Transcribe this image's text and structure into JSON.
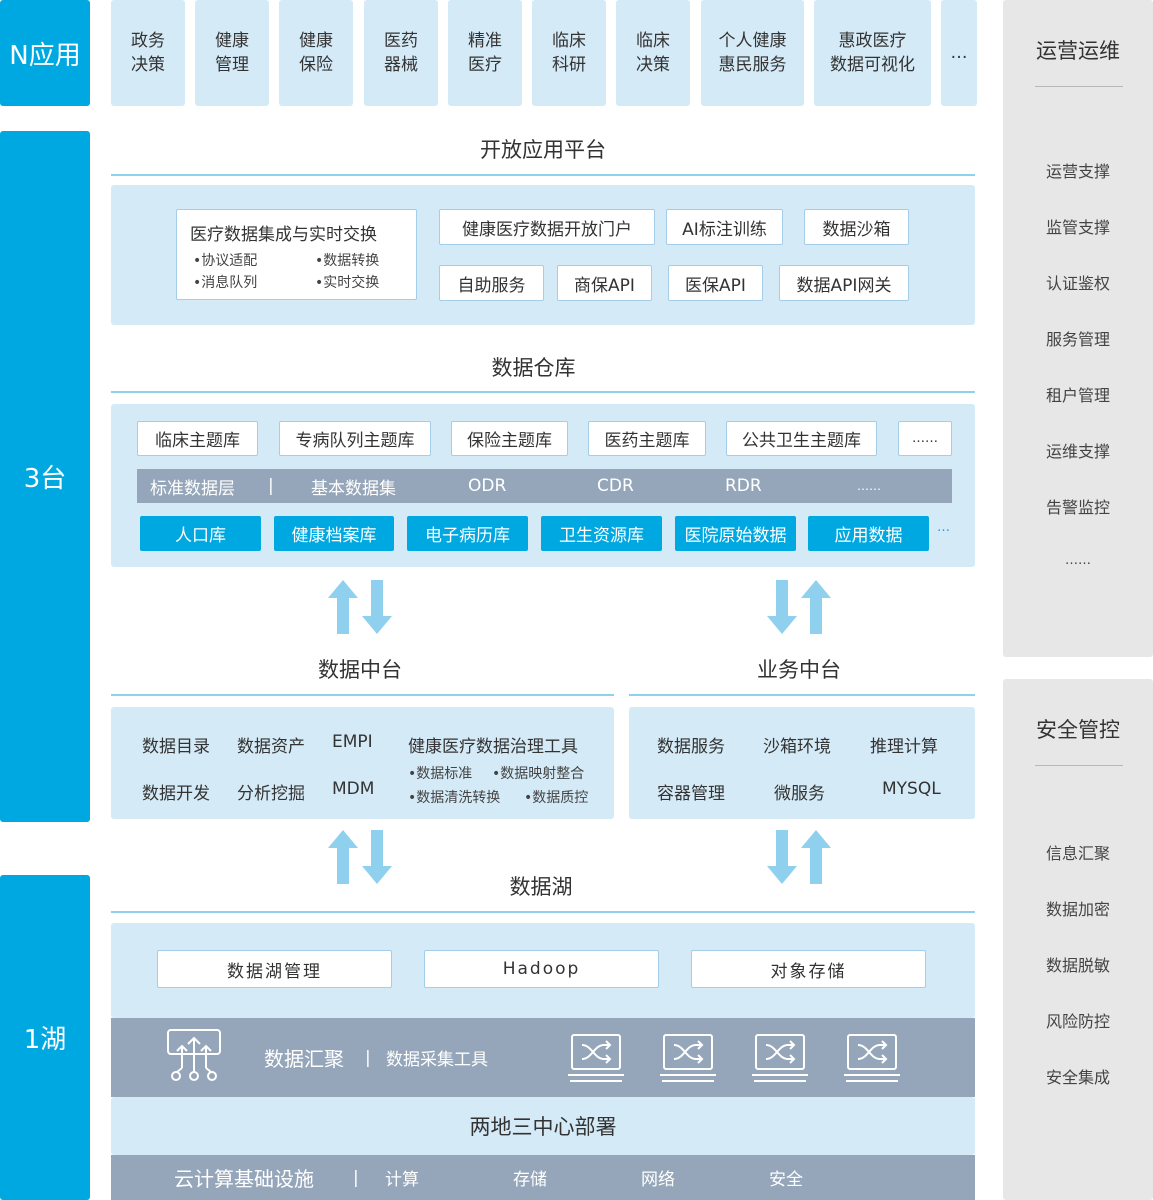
{
  "left_labels": {
    "apps": "N应用",
    "platforms": "3台",
    "lake": "1湖"
  },
  "apps": [
    "政务\n决策",
    "健康\n管理",
    "健康\n保险",
    "医药\n器械",
    "精准\n医疗",
    "临床\n科研",
    "临床\n决策",
    "个人健康\n惠民服务",
    "惠政医疗\n数据可视化",
    "…"
  ],
  "open_platform": {
    "title": "开放应用平台",
    "integration": {
      "title": "医疗数据集成与实时交换",
      "bullets": [
        "•协议适配",
        "•数据转换",
        "•消息队列",
        "•实时交换"
      ]
    },
    "row1": [
      "健康医疗数据开放门户",
      "AI标注训练",
      "数据沙箱"
    ],
    "row2": [
      "自助服务",
      "商保API",
      "医保API",
      "数据API网关"
    ]
  },
  "warehouse": {
    "title": "数据仓库",
    "themes": [
      "临床主题库",
      "专病队列主题库",
      "保险主题库",
      "医药主题库",
      "公共卫生主题库",
      "……"
    ],
    "layer_bar": [
      "标准数据层",
      "|",
      "基本数据集",
      "ODR",
      "CDR",
      "RDR",
      "……"
    ],
    "databases": [
      "人口库",
      "健康档案库",
      "电子病历库",
      "卫生资源库",
      "医院原始数据",
      "应用数据",
      "…"
    ]
  },
  "data_middle": {
    "title": "数据中台",
    "row1": [
      "数据目录",
      "数据资产",
      "EMPI",
      "健康医疗数据治理工具"
    ],
    "row2": [
      "数据开发",
      "分析挖掘",
      "MDM"
    ],
    "tool_bullets": [
      "•数据标准",
      "•数据映射整合",
      "•数据清洗转换",
      "•数据质控"
    ]
  },
  "business_middle": {
    "title": "业务中台",
    "row1": [
      "数据服务",
      "沙箱环境",
      "推理计算"
    ],
    "row2": [
      "容器管理",
      "微服务",
      "MYSQL"
    ]
  },
  "lake": {
    "title": "数据湖",
    "boxes": [
      "数据湖管理",
      "Hadoop",
      "对象存储"
    ],
    "aggregation": [
      "数据汇聚",
      "|",
      "数据采集工具"
    ],
    "deploy": "两地三中心部署",
    "infra": [
      "云计算基础设施",
      "|",
      "计算",
      "存储",
      "网络",
      "安全"
    ]
  },
  "ops": {
    "title": "运营运维",
    "items": [
      "运营支撑",
      "监管支撑",
      "认证鉴权",
      "服务管理",
      "租户管理",
      "运维支撑",
      "告警监控",
      "……"
    ]
  },
  "security": {
    "title": "安全管控",
    "items": [
      "信息汇聚",
      "数据加密",
      "数据脱敏",
      "风险防控",
      "安全集成"
    ]
  },
  "colors": {
    "primary_blue": "#00a8e1",
    "light_panel": "#d5eaf7",
    "gray_bar": "#96a6ba",
    "sidebar_gray": "#e7e7e7"
  }
}
